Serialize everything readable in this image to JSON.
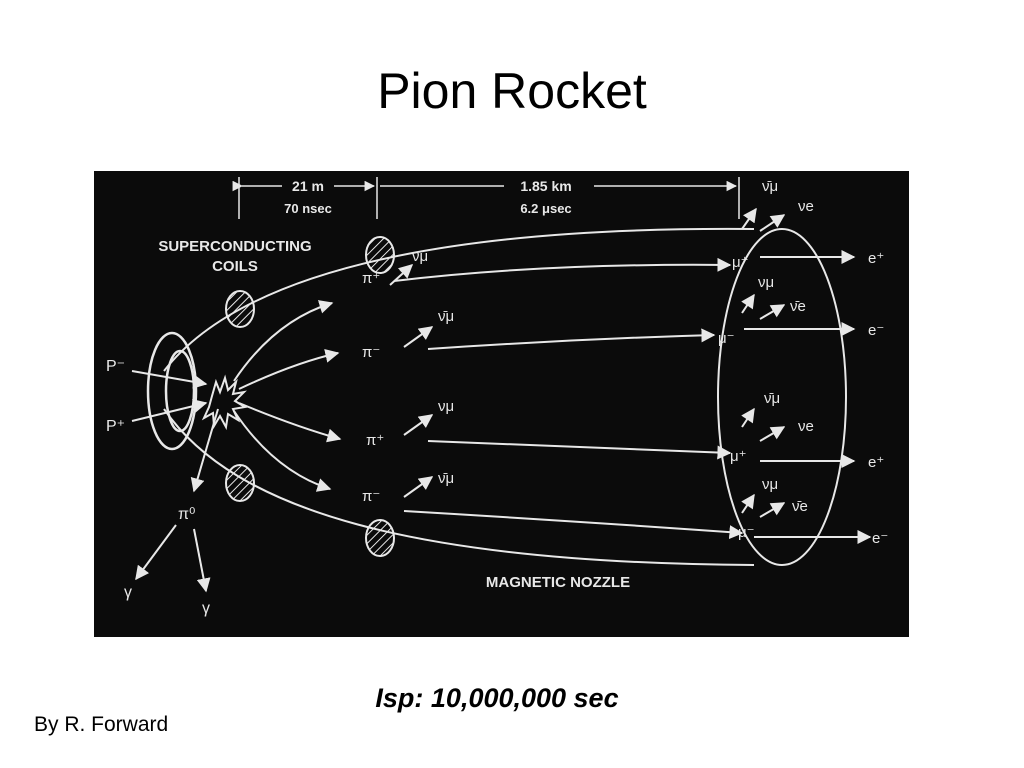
{
  "slide": {
    "title": "Pion Rocket",
    "caption": "Isp:  10,000,000 sec",
    "author": "By R. Forward"
  },
  "diagram": {
    "dim_1_length": "21 m",
    "dim_1_time": "70 nsec",
    "dim_2_length": "1.85 km",
    "dim_2_time": "6.2 μsec",
    "coils_line1": "SUPERCONDUCTING",
    "coils_line2": "COILS",
    "nozzle_label": "MAGNETIC NOZZLE",
    "p_minus": "P⁻",
    "p_plus": "P⁺",
    "pi_zero": "π⁰",
    "gamma": "γ",
    "pi_plus": "π⁺",
    "pi_minus": "π⁻",
    "nu_mu": "νμ",
    "nu_mu_bar": "ν̄μ",
    "nu_e": "νe",
    "nu_e_bar": "ν̄e",
    "mu_plus": "μ⁺",
    "mu_minus": "μ⁻",
    "e_plus": "e⁺",
    "e_minus": "e⁻"
  },
  "colors": {
    "figure_background": "#0b0b0b",
    "diagram_line": "#e8e8e8"
  }
}
